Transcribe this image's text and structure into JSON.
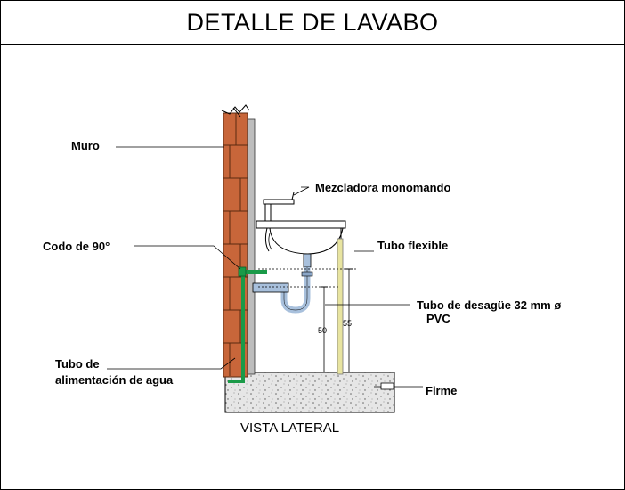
{
  "title": "DETALLE DE LAVABO",
  "labels": {
    "muro": "Muro",
    "mezcladora": "Mezcladora monomando",
    "codo": "Codo de 90°",
    "tubo_flexible": "Tubo flexible",
    "desague_1": "Tubo de desagüe 32 mm ø",
    "desague_2": "PVC",
    "alimentacion_1": "Tubo de",
    "alimentacion_2": "alimentación de agua",
    "firme": "Firme"
  },
  "dimensions": {
    "d1": "50",
    "d2": "55"
  },
  "view_label": "VISTA LATERAL",
  "colors": {
    "brick": "#c8663a",
    "brick_line": "#5a2a10",
    "green_pipe": "#1a9a48",
    "flexible": "#e8e4a0",
    "pvc": "#a8c0dc",
    "floor": "#e4e4e4"
  }
}
